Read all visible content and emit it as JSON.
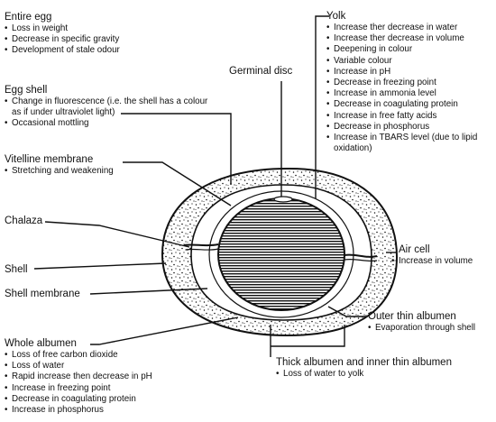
{
  "entire_egg": {
    "title": "Entire egg",
    "items": [
      "Loss in weight",
      "Decrease in specific gravity",
      "Development of stale odour"
    ]
  },
  "egg_shell": {
    "title": "Egg shell",
    "items": [
      "Change in fluorescence (i.e. the shell has a colour as if under ultraviolet light)",
      "Occasional mottling"
    ]
  },
  "vitelline_membrane": {
    "title": "Vitelline membrane",
    "items": [
      "Stretching and weakening"
    ]
  },
  "chalaza": {
    "title": "Chalaza"
  },
  "shell": {
    "title": "Shell"
  },
  "shell_membrane": {
    "title": "Shell membrane"
  },
  "whole_albumen": {
    "title": "Whole albumen",
    "items": [
      "Loss of free carbon dioxide",
      "Loss of water",
      "Rapid increase then decrease in pH",
      "Increase in freezing point",
      "Decrease in coagulating protein",
      "Increase in phosphorus"
    ]
  },
  "germinal_disc": {
    "title": "Germinal disc"
  },
  "yolk": {
    "title": "Yolk",
    "items": [
      "Increase ther decrease in water",
      "Increase ther decrease in volume",
      "Deepening in colour",
      "Variable colour",
      "Increase in pH",
      "Decrease in freezing point",
      "Increase in ammonia level",
      "Decrease in coagulating protein",
      "Increase in free fatty acids",
      "Decrease in phosphorus",
      "Increase in TBARS level (due to lipid oxidation)"
    ]
  },
  "air_cell": {
    "title": "Air cell",
    "items": [
      "Increase in volume"
    ]
  },
  "outer_thin_albumen": {
    "title": "Outer thin albumen",
    "items": [
      "Evaporation through shell"
    ]
  },
  "thick_albumen": {
    "title": "Thick albumen and inner thin albumen",
    "items": [
      "Loss of water to yolk"
    ]
  }
}
